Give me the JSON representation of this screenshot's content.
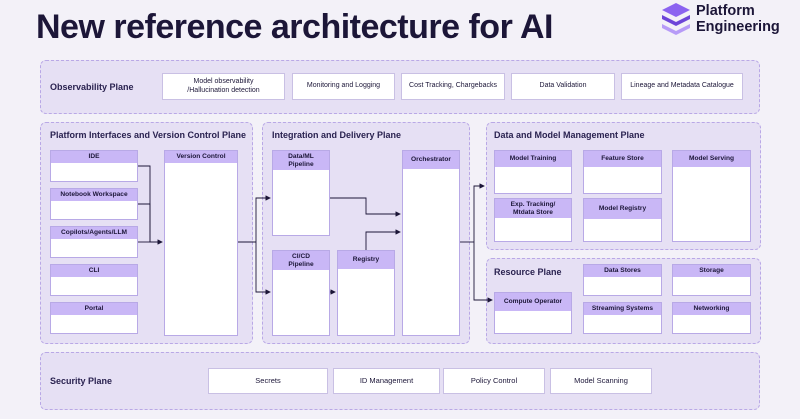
{
  "title": "New reference architecture for AI",
  "logo": {
    "line1": "Platform",
    "line2": "Engineering"
  },
  "observability": {
    "label": "Observability Plane",
    "items": [
      "Model observability\n/Hallucination detection",
      "Monitoring and Logging",
      "Cost Tracking, Chargebacks",
      "Data Validation",
      "Lineage and Metadata Catalogue"
    ]
  },
  "platform": {
    "label": "Platform Interfaces and Version Control Plane",
    "items": [
      "IDE",
      "Notebook Workspace",
      "Copilots/Agents/LLM",
      "CLI",
      "Portal"
    ],
    "version_control": "Version Control"
  },
  "integration": {
    "label": "Integration and Delivery Plane",
    "data_ml": "Data/ML\nPipeline",
    "cicd": "CI/CD\nPipeline",
    "registry": "Registry",
    "orchestrator": "Orchestrator"
  },
  "data_model": {
    "label": "Data and Model Management Plane",
    "model_training": "Model Training",
    "feature_store": "Feature Store",
    "model_serving": "Model Serving",
    "exp_tracking": "Exp. Tracking/\nMtdata Store",
    "model_registry": "Model Registry"
  },
  "resource": {
    "label": "Resource Plane",
    "compute": "Compute Operator",
    "data_stores": "Data Stores",
    "storage": "Storage",
    "streaming": "Streaming Systems",
    "networking": "Networking"
  },
  "security": {
    "label": "Security Plane",
    "items": [
      "Secrets",
      "ID Management",
      "Policy Control",
      "Model Scanning"
    ]
  },
  "colors": {
    "plane_bg": "#e6e0f4",
    "plane_border": "#b9a8e6",
    "card_head": "#c9b7f6",
    "title": "#1c1638",
    "logo": "#8b63f0"
  }
}
